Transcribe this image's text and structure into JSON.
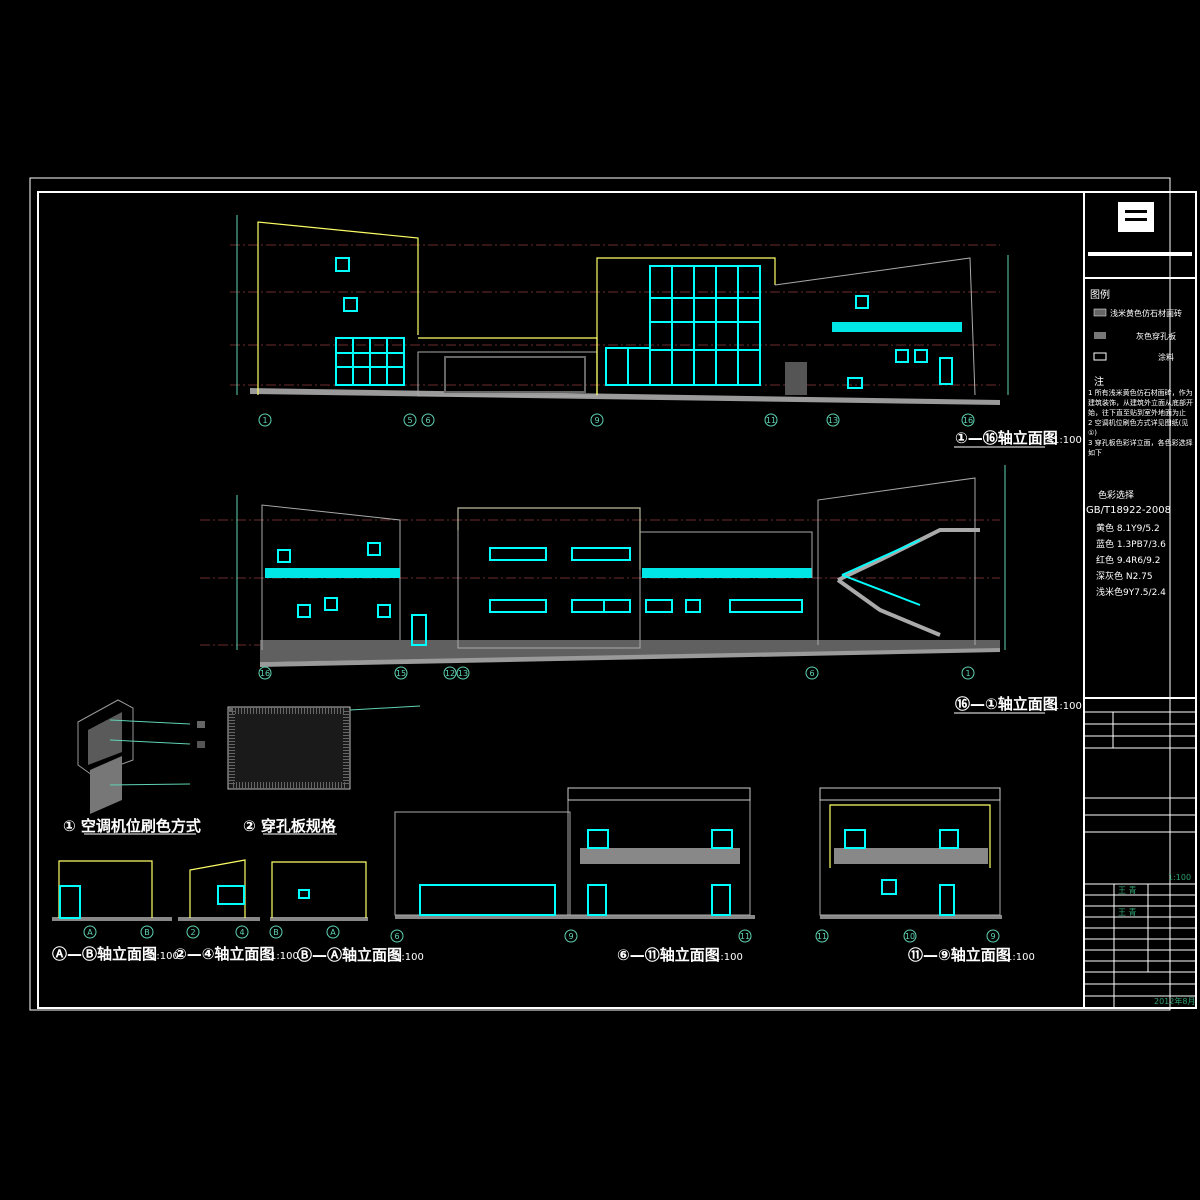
{
  "drawings": {
    "elev_1_16": {
      "title": "①—⑯轴立面图",
      "scale": "1:100",
      "axes": [
        "1",
        "5",
        "6",
        "9",
        "11",
        "13",
        "16"
      ]
    },
    "elev_16_1": {
      "title": "⑯—①轴立面图",
      "scale": "1:100",
      "axes": [
        "16",
        "15",
        "12",
        "13",
        "6",
        "1"
      ]
    },
    "detail_ac": {
      "title": "① 空调机位刷色方式"
    },
    "detail_panel": {
      "title": "② 穿孔板规格"
    },
    "elev_A_B": {
      "title": "Ⓐ—Ⓑ轴立面图",
      "scale": "1:100",
      "axes": [
        "A",
        "B"
      ]
    },
    "elev_2_4": {
      "title": "②—④轴立面图",
      "scale": "1:100",
      "axes": [
        "2",
        "4"
      ]
    },
    "elev_B_A": {
      "title": "Ⓑ—Ⓐ轴立面图",
      "scale": "1:100",
      "axes": [
        "B",
        "A"
      ]
    },
    "elev_6_11": {
      "title": "⑥—⑪轴立面图",
      "scale": "1:100",
      "axes": [
        "6",
        "9",
        "11"
      ]
    },
    "elev_11_9": {
      "title": "⑪—⑨轴立面图",
      "scale": "1:100",
      "axes": [
        "11",
        "10",
        "9"
      ]
    }
  },
  "title_block": {
    "legend_title": "图例",
    "legend": [
      "浅米黄色仿石材面砖",
      "灰色穿孔板",
      "涂料"
    ],
    "notes_title": "注",
    "notes": [
      "1  所有浅米黄色仿石材面砖，作为建筑装饰，从建筑外立面从底部开始，往下直至贴到室外地面为止",
      "2  空调机位刷色方式详见图纸(见①)",
      "3  穿孔板色彩详立面，各色彩选择如下"
    ],
    "color_title": "色彩选择",
    "standard": "GB/T18922-2008",
    "colors": [
      "黄色  8.1Y9/5.2",
      "蓝色  1.3PB7/3.6",
      "红色  9.4R6/9.2",
      "深灰色     N2.75",
      "浅米色9Y7.5/2.4"
    ],
    "signers": [
      "王 青",
      "王 青"
    ],
    "scale": "1:100",
    "date": "2012年8月"
  },
  "colors": {
    "axis": "#5fd3b3",
    "window": "#00ffff",
    "outline": "#ffff66",
    "grid": "#6b2b2b"
  }
}
